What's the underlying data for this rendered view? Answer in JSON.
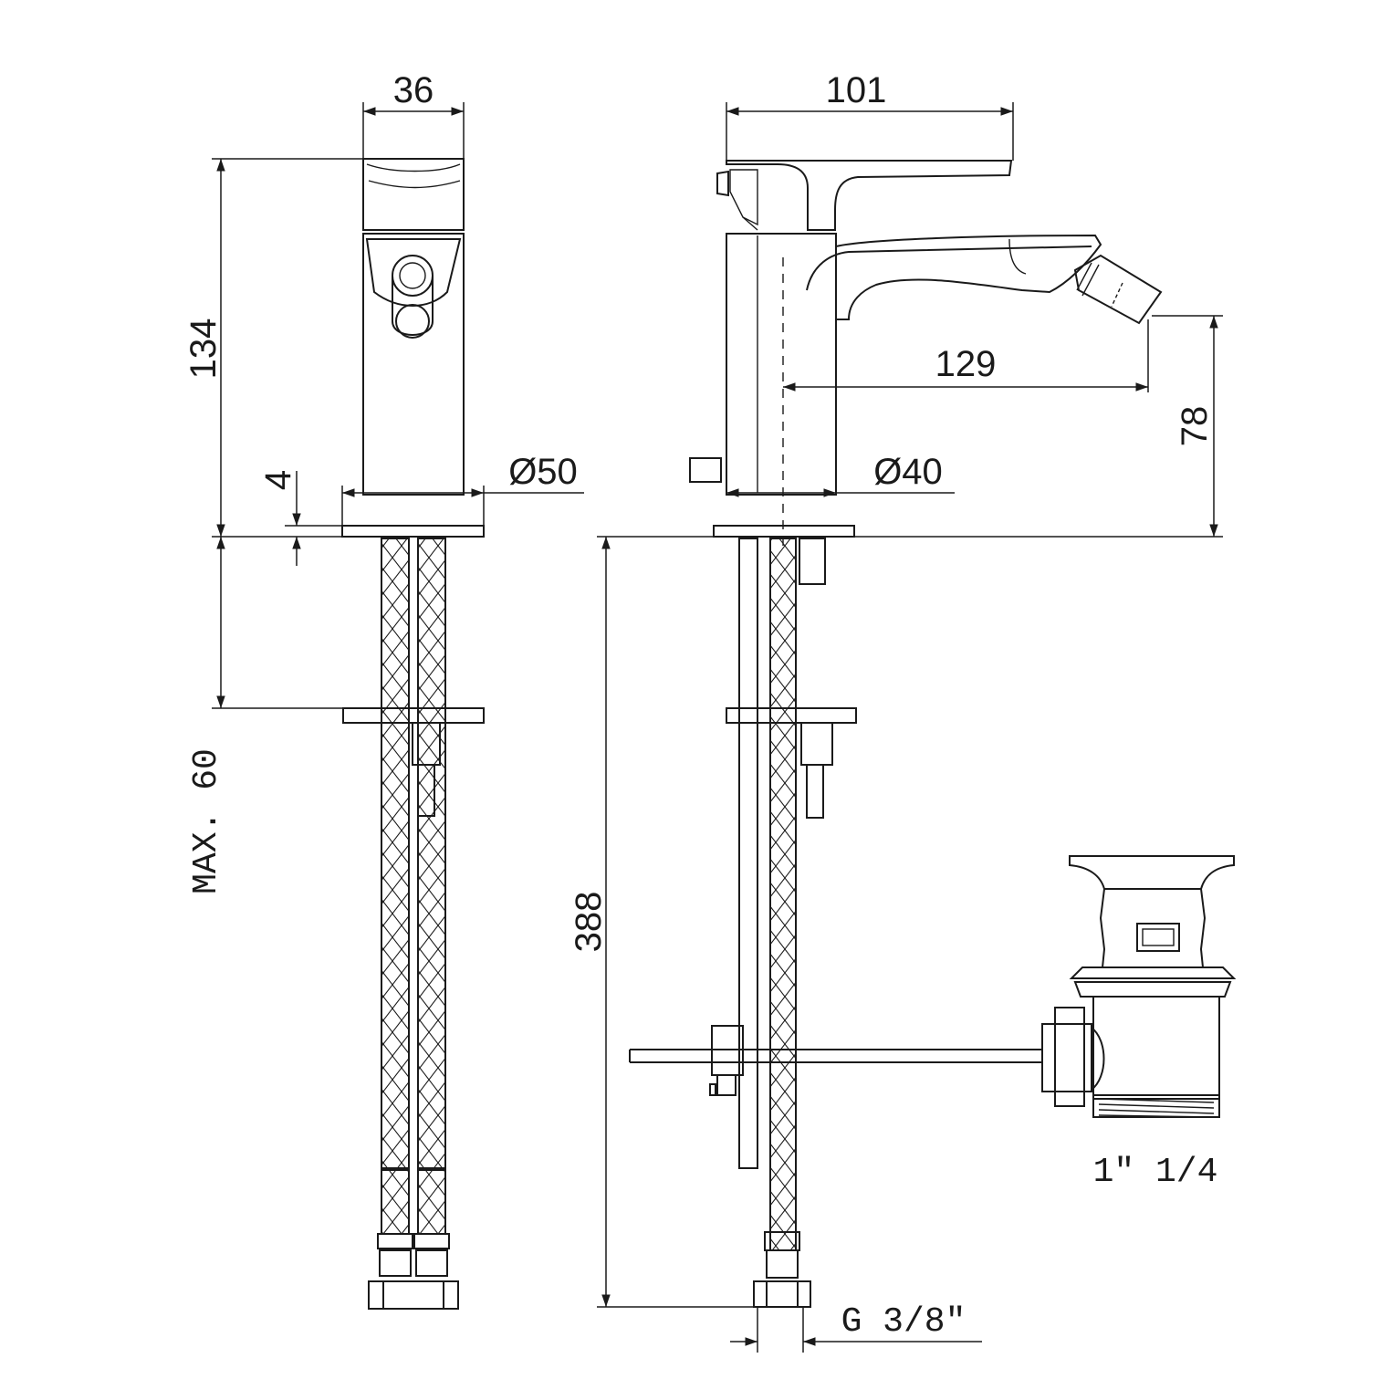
{
  "dimensions": {
    "width_front": "36",
    "width_side": "101",
    "height_body": "134",
    "plate_thickness": "4",
    "base_diameter_front": "Ø50",
    "base_diameter_side": "Ø40",
    "spout_reach": "129",
    "spout_height": "78",
    "deck_thickness": "MAX. 60",
    "hose_length": "388",
    "hose_thread": "G 3/8\"",
    "waste_thread": "1\"  1/4"
  }
}
